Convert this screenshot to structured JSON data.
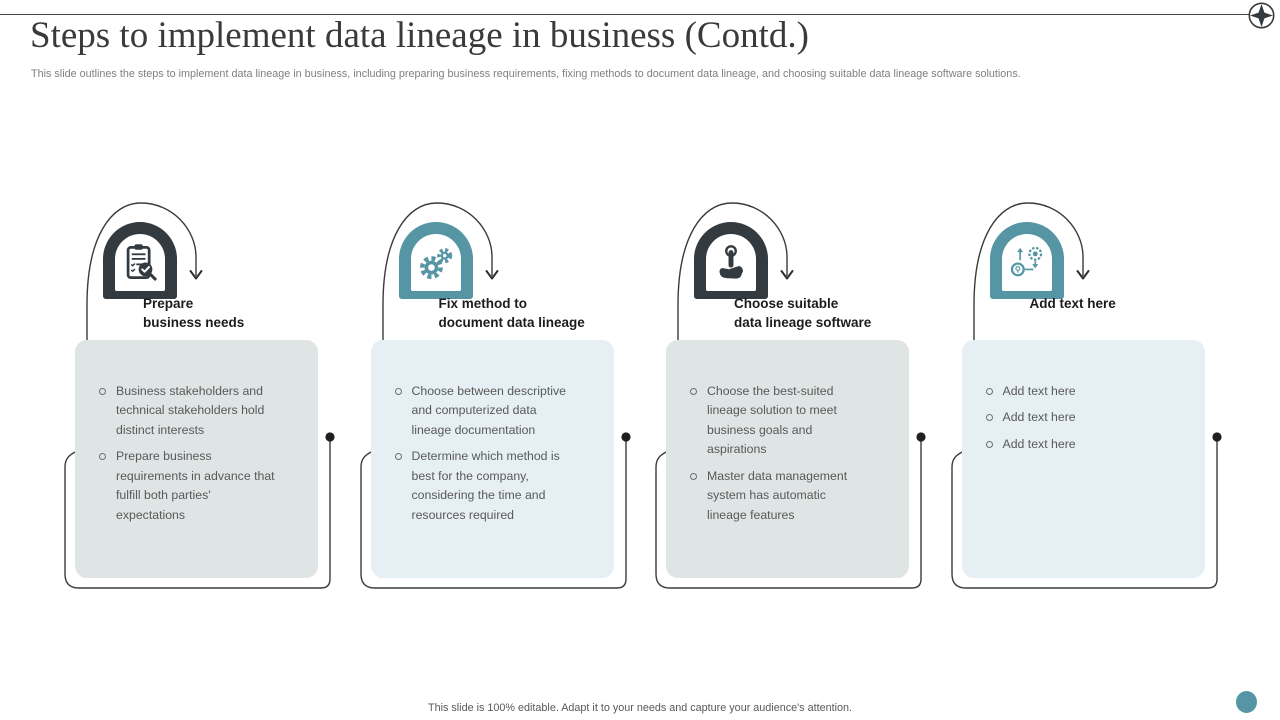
{
  "slide": {
    "title": "Steps to implement data lineage in business (Contd.)",
    "subtitle": "This slide outlines the steps to implement data lineage in business, including preparing business requirements, fixing methods to document data lineage, and choosing suitable data lineage software solutions.",
    "footer_note": "This slide is 100% editable. Adapt it to your needs and capture your audience's attention."
  },
  "colors": {
    "dark": "#333b41",
    "teal": "#5695a4",
    "box_gray": "#dfe4e4",
    "box_blue": "#e6eff3"
  },
  "steps": [
    {
      "title": "Prepare\nbusiness needs",
      "icon": "clipboard-check-icon",
      "theme": "dark",
      "box": "gray",
      "bullets": [
        "Business stakeholders and technical stakeholders hold distinct interests",
        "Prepare business requirements in advance that fulfill both parties' expectations"
      ]
    },
    {
      "title": "Fix method to\ndocument data lineage",
      "icon": "gears-icon",
      "theme": "teal",
      "box": "blue",
      "bullets": [
        "Choose between descriptive and computerized data lineage documentation",
        "Determine which method is best for the company, considering the time and resources required"
      ]
    },
    {
      "title": "Choose suitable\ndata lineage software",
      "icon": "press-button-icon",
      "theme": "dark",
      "box": "gray",
      "bullets": [
        "Choose the best-suited lineage solution to meet business goals and aspirations",
        "Master data management system has automatic lineage features"
      ]
    },
    {
      "title": "Add text here",
      "icon": "process-flow-icon",
      "theme": "teal",
      "box": "blue",
      "bullets": [
        "Add text here",
        "Add text here",
        "Add text here"
      ]
    }
  ]
}
